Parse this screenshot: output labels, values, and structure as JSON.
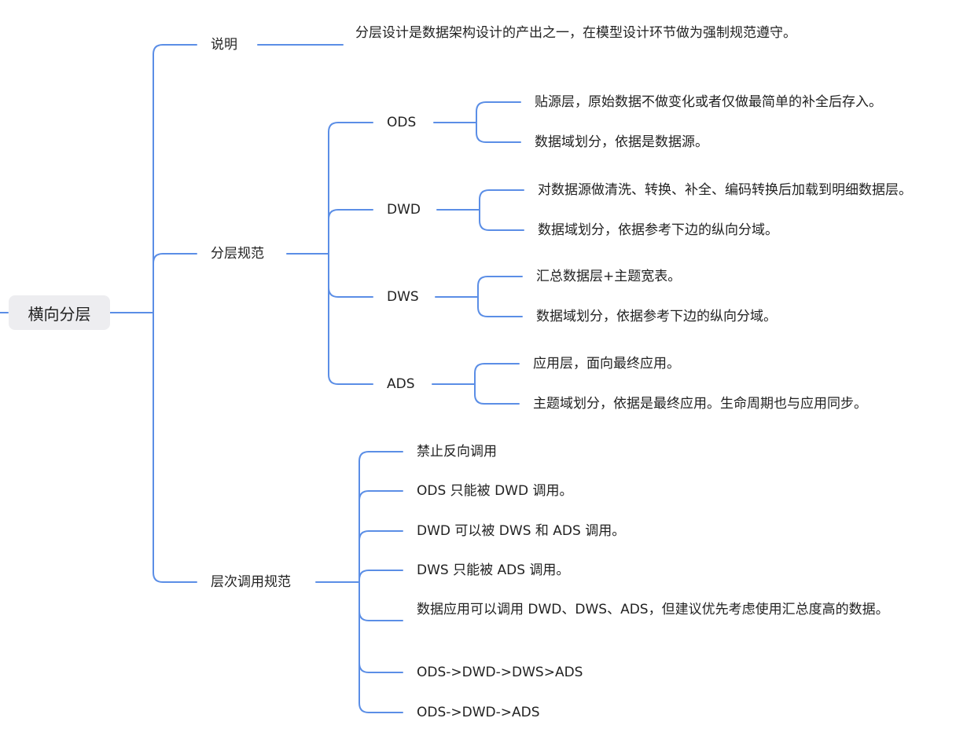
{
  "diagram": {
    "type": "mindmap",
    "line_color": "#5b8ee6",
    "root": {
      "label": "横向分层"
    },
    "branches": [
      {
        "id": "explain",
        "label": "说明",
        "children": [
          {
            "id": "explain-1",
            "label": "分层设计是数据架构设计的产出之一，在模型设计环节做为强制规范遵守。"
          }
        ]
      },
      {
        "id": "layer-spec",
        "label": "分层规范",
        "children": [
          {
            "id": "ods",
            "label": "ODS",
            "children": [
              {
                "id": "ods-1",
                "label": "贴源层，原始数据不做变化或者仅做最简单的补全后存入。"
              },
              {
                "id": "ods-2",
                "label": "数据域划分，依据是数据源。"
              }
            ]
          },
          {
            "id": "dwd",
            "label": "DWD",
            "children": [
              {
                "id": "dwd-1",
                "label": "对数据源做清洗、转换、补全、编码转换后加载到明细数据层。"
              },
              {
                "id": "dwd-2",
                "label": "数据域划分，依据参考下边的纵向分域。"
              }
            ]
          },
          {
            "id": "dws",
            "label": "DWS",
            "children": [
              {
                "id": "dws-1",
                "label": "汇总数据层+主题宽表。"
              },
              {
                "id": "dws-2",
                "label": "数据域划分，依据参考下边的纵向分域。"
              }
            ]
          },
          {
            "id": "ads",
            "label": "ADS",
            "children": [
              {
                "id": "ads-1",
                "label": "应用层，面向最终应用。"
              },
              {
                "id": "ads-2",
                "label": "主题域划分，依据是最终应用。生命周期也与应用同步。"
              }
            ]
          }
        ]
      },
      {
        "id": "call-spec",
        "label": "层次调用规范",
        "children": [
          {
            "id": "call-1",
            "label": "禁止反向调用"
          },
          {
            "id": "call-2",
            "label": "ODS 只能被 DWD 调用。"
          },
          {
            "id": "call-3",
            "label": "DWD 可以被 DWS 和 ADS 调用。"
          },
          {
            "id": "call-4",
            "label": "DWS 只能被 ADS 调用。"
          },
          {
            "id": "call-5",
            "label": "数据应用可以调用 DWD、DWS、ADS，但建议优先考虑使用汇总度高的数据。"
          },
          {
            "id": "call-6",
            "label": "ODS->DWD->DWS>ADS"
          },
          {
            "id": "call-7",
            "label": "ODS->DWD->ADS"
          }
        ]
      }
    ]
  }
}
